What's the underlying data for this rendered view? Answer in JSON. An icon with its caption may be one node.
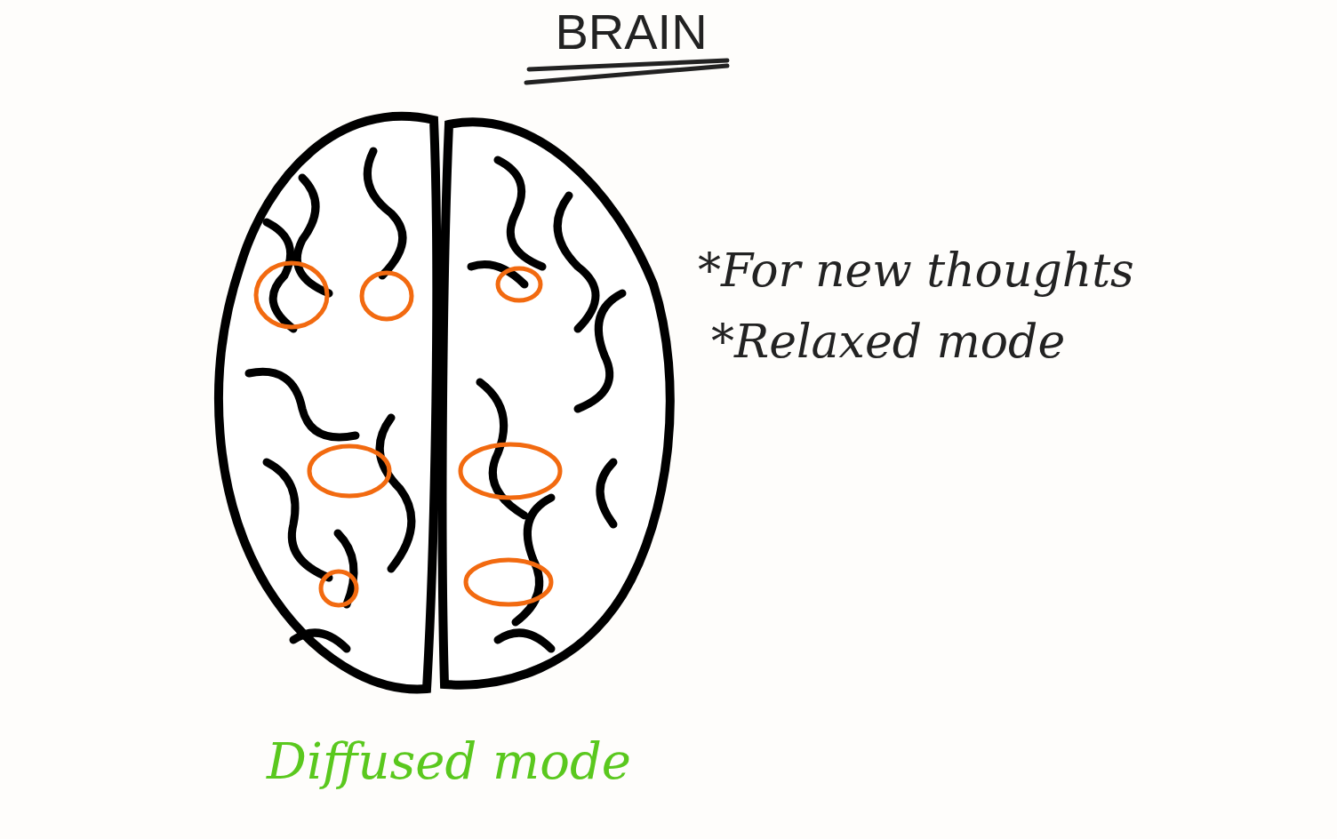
{
  "diagram": {
    "title": "BRAIN",
    "caption": "Diffused mode",
    "labels": [
      "*For new thoughts",
      "*Relaxed mode"
    ]
  }
}
